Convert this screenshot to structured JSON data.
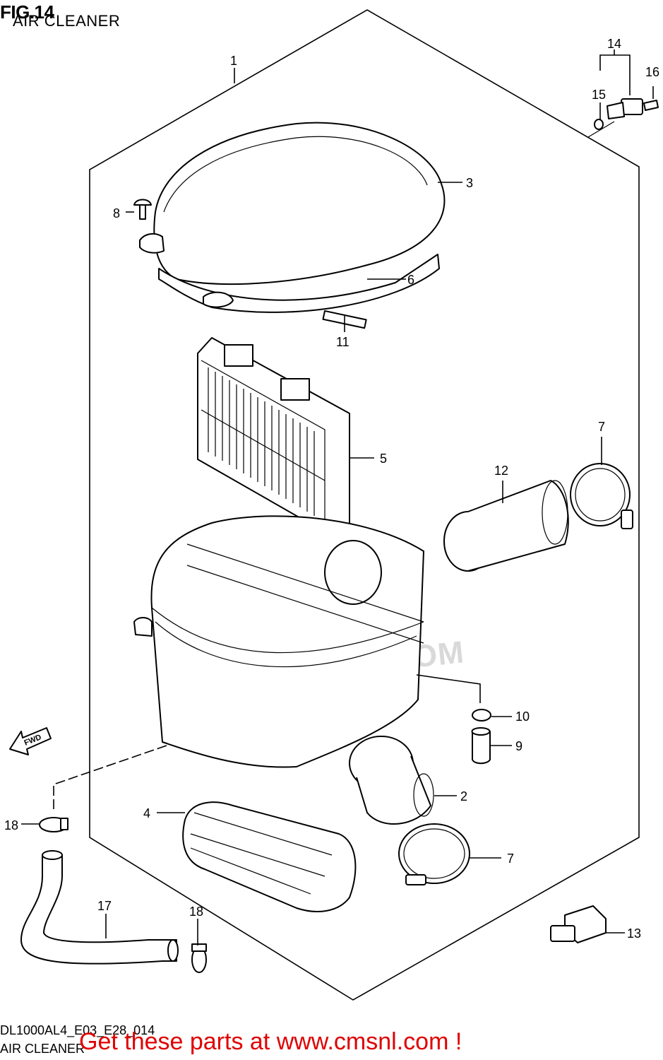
{
  "header": {
    "fig_title": "FIG.14",
    "fig_subtitle": "AIR CLEANER"
  },
  "footer": {
    "drawing_code": "DL1000AL4_E03_E28_014",
    "drawing_name": "AIR CLEANER",
    "promo": "Get these parts at www.cmsnl.com !"
  },
  "watermark": "WWW.CMSNL.COM",
  "fwd_label": "FWD",
  "parts": {
    "p1": "1",
    "p2": "2",
    "p3": "3",
    "p4": "4",
    "p5": "5",
    "p6": "6",
    "p7a": "7",
    "p7b": "7",
    "p8": "8",
    "p9": "9",
    "p10": "10",
    "p11": "11",
    "p12": "12",
    "p13": "13",
    "p14": "14",
    "p15": "15",
    "p16": "16",
    "p17": "17",
    "p18a": "18",
    "p18b": "18"
  },
  "colors": {
    "promo": "#e00000",
    "watermark": "#d9d9d9",
    "lines": "#000000"
  }
}
